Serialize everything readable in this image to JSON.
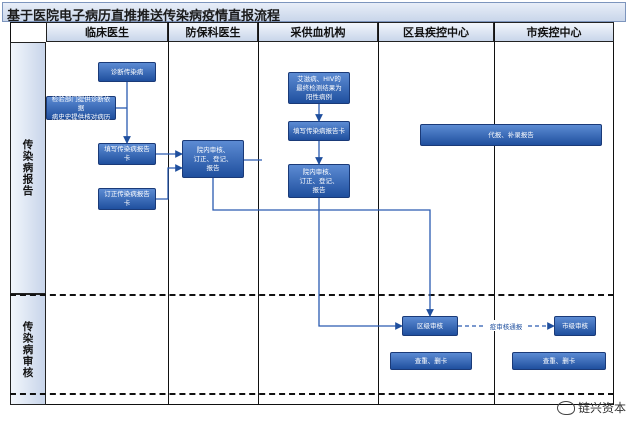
{
  "title": "基于医院电子病历直推推送传染病疫情直报流程",
  "lanes": [
    "临床医生",
    "防保科医生",
    "采供血机构",
    "区县疾控中心",
    "市疾控中心"
  ],
  "rows": [
    "传染病报告",
    "传染病审核"
  ],
  "nodes": {
    "diagnose": "诊断传染病",
    "lab_alert": "检验部门提供诊断依据\n病史史提供核对病历",
    "fill_card": "填写传染病报告卡",
    "revise_card": "订正传染病报告卡",
    "internal_review": "院内审核、\n订正、登记、\n报告",
    "blood_result": "艾滋病、HIV的\n最终检测结果为\n阳性病例",
    "blood_fill_card": "填写传染病报告卡",
    "blood_internal_review": "院内审核、\n订正、登记、\n报告",
    "proxy_report": "代报、补录报告",
    "county_review": "区级审核",
    "city_review": "市级审核",
    "county_query": "查重、删卡",
    "city_query": "查重、删卡"
  },
  "edge_labels": {
    "county_to_city": "疫审核通报"
  },
  "watermark": "链兴资本",
  "colors": {
    "box_top": "#5c8bd3",
    "box_bottom": "#1f4f9e",
    "header": "#c8d5ea",
    "line": "#111111"
  }
}
